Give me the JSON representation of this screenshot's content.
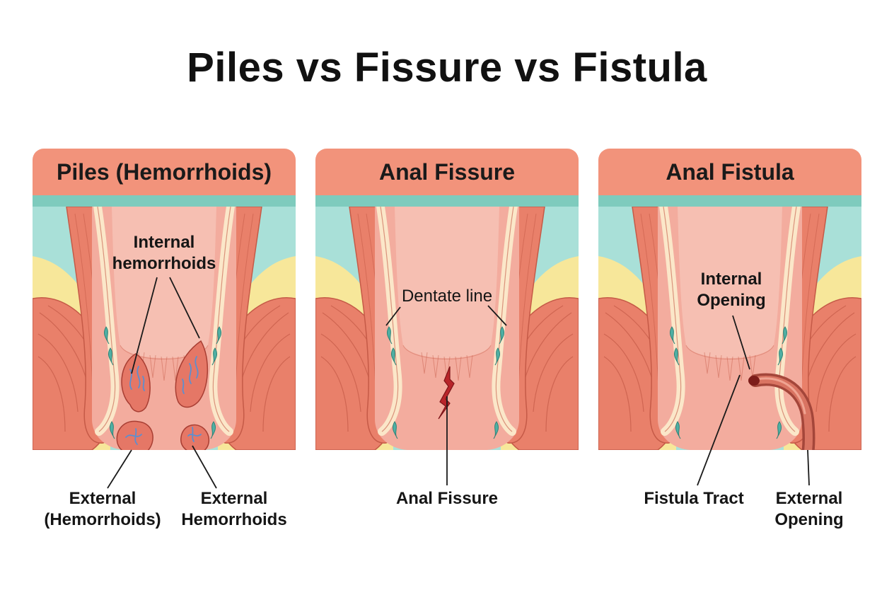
{
  "title": "Piles vs Fissure vs Fistula",
  "colors": {
    "header": "#f2937b",
    "strip": "#7ecbbd",
    "fluid": "#a9e0d8",
    "fat": "#f7e79a",
    "muscle": "#e9806a",
    "muscle_dark": "#c55a47",
    "mucosa": "#f3ac9e",
    "lumen": "#f6bfb2",
    "vein": "#4fb0a4",
    "blood": "#b8252a"
  },
  "panels": [
    {
      "heading": "Piles (Hemorrhoids)",
      "labels": {
        "internal": [
          "Internal",
          "hemorrhoids"
        ],
        "external_left": [
          "External",
          "(Hemorrhoids)"
        ],
        "external_right": [
          "External",
          "Hemorrhoids"
        ]
      }
    },
    {
      "heading": "Anal Fissure",
      "labels": {
        "dentate": "Dentate line",
        "fissure": "Anal Fissure"
      }
    },
    {
      "heading": "Anal Fistula",
      "labels": {
        "internal": [
          "Internal",
          "Opening"
        ],
        "tract": "Fistula Tract",
        "external": [
          "External",
          "Opening"
        ]
      }
    }
  ]
}
